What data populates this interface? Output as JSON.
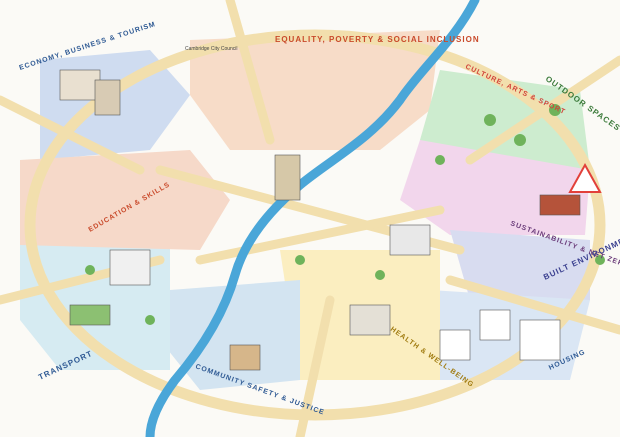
{
  "labels": {
    "economy": "ECONOMY, BUSINESS & TOURISM",
    "equality": "EQUALITY, POVERTY & SOCIAL INCLUSION",
    "culture": "CULTURE, ARTS & SPORT",
    "outdoor": "OUTDOOR SPACES",
    "sustainability": "SUSTAINABILITY & NET ZERO",
    "built": "BUILT ENVIRONMENT",
    "housing": "HOUSING",
    "health": "HEALTH & WELL-BEING",
    "community": "COMMUNITY SAFETY & JUSTICE",
    "transport": "TRANSPORT",
    "education": "EDUCATION & SKILLS",
    "council": "Cambridge City Council"
  },
  "colors": {
    "road": "#f2dfad",
    "river": "#4aa6d8",
    "economy": "#cfdcf0",
    "equality": "#f7dcc8",
    "culture": "#cdeccf",
    "sustainability": "#f2d6ec",
    "built": "#d8dcf0",
    "housing": "#dae6f4",
    "health": "#fbeec0",
    "community": "#d3e4f1",
    "transport": "#d6ebf2",
    "education": "#f6d9c9",
    "accent_red": "#e2403a"
  }
}
